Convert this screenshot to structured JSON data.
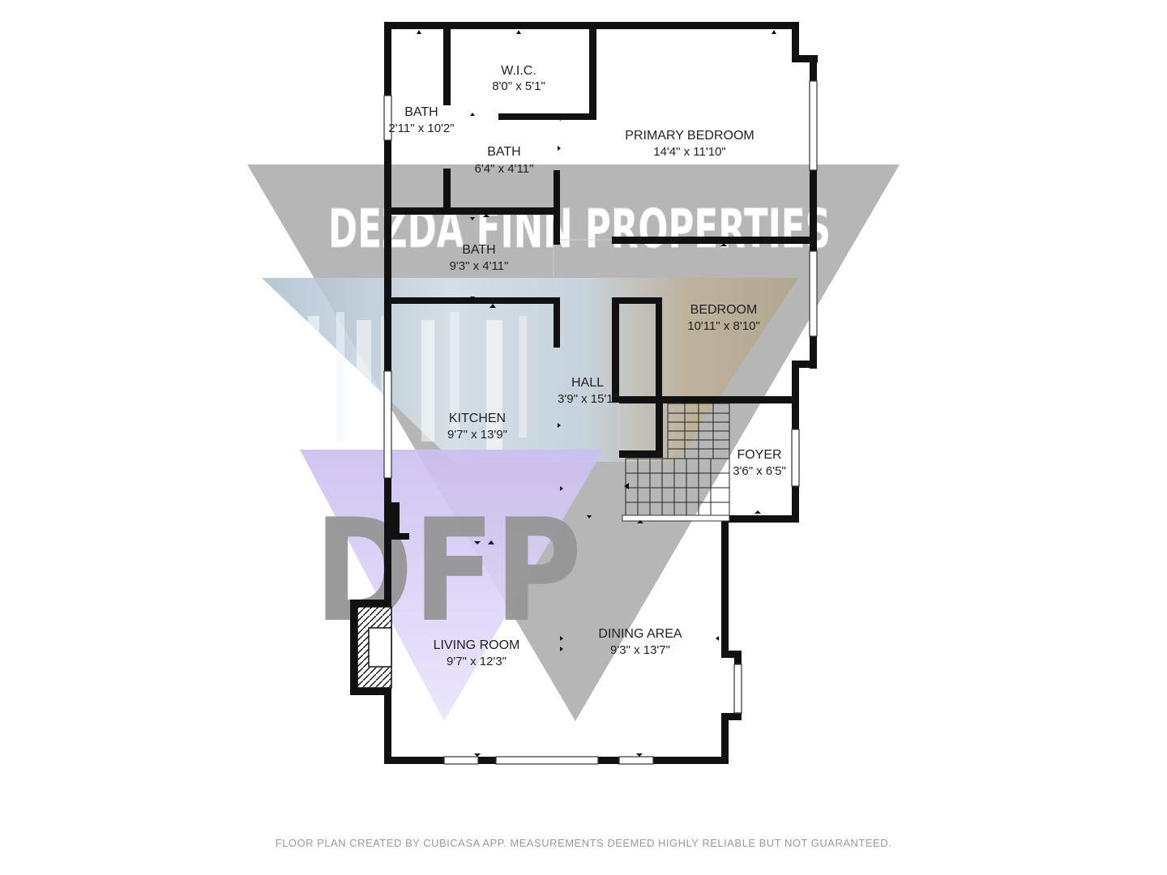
{
  "watermark": {
    "company": "DEZDA FINN PROPERTIES",
    "initials": "DFP"
  },
  "rooms": {
    "wic": {
      "name": "W.I.C.",
      "dims": "8'0\" x 5'1\""
    },
    "bath1": {
      "name": "BATH",
      "dims": "2'11\" x 10'2\""
    },
    "bath2": {
      "name": "BATH",
      "dims": "6'4\" x 4'11\""
    },
    "primary": {
      "name": "PRIMARY BEDROOM",
      "dims": "14'4\" x 11'10\""
    },
    "bath3": {
      "name": "BATH",
      "dims": "9'3\" x 4'11\""
    },
    "bedroom": {
      "name": "BEDROOM",
      "dims": "10'11\" x 8'10\""
    },
    "hall": {
      "name": "HALL",
      "dims": "3'9\" x 15'1\""
    },
    "kitchen": {
      "name": "KITCHEN",
      "dims": "9'7\" x 13'9\""
    },
    "foyer": {
      "name": "FOYER",
      "dims": "3'6\" x 6'5\""
    },
    "dining": {
      "name": "DINING AREA",
      "dims": "9'3\" x 13'7\""
    },
    "living": {
      "name": "LIVING ROOM",
      "dims": "9'7\" x 12'3\""
    }
  },
  "footer": "FLOOR PLAN CREATED BY CUBICASA APP. MEASUREMENTS DEEMED HIGHLY RELIABLE BUT NOT GUARANTEED.",
  "colors": {
    "wall": "#111111",
    "watermark_gray": "#8f8f8f",
    "watermark_purple": "#b7a6ec",
    "waterfall_blue": "#aac4d8",
    "footer_text": "#9a9a9a"
  }
}
